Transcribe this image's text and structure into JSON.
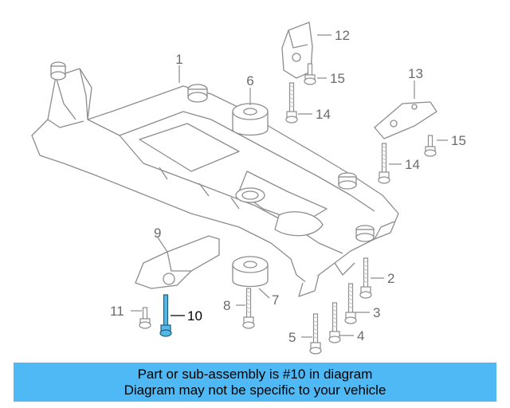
{
  "diagram": {
    "callouts": {
      "c1": "1",
      "c2": "2",
      "c3": "3",
      "c4": "4",
      "c5": "5",
      "c6": "6",
      "c7": "7",
      "c8": "8",
      "c9": "9",
      "c10": "10",
      "c11": "11",
      "c12": "12",
      "c13": "13",
      "c14a": "14",
      "c14b": "14",
      "c15a": "15",
      "c15b": "15"
    },
    "highlighted_part": "10",
    "line_color": "#8c8c8c",
    "highlight_color": "#56b8e8"
  },
  "caption": {
    "line1": "Part or sub-assembly is #10 in diagram",
    "line2": "Diagram may not be specific to your vehicle",
    "background": "#4fb9f5"
  }
}
